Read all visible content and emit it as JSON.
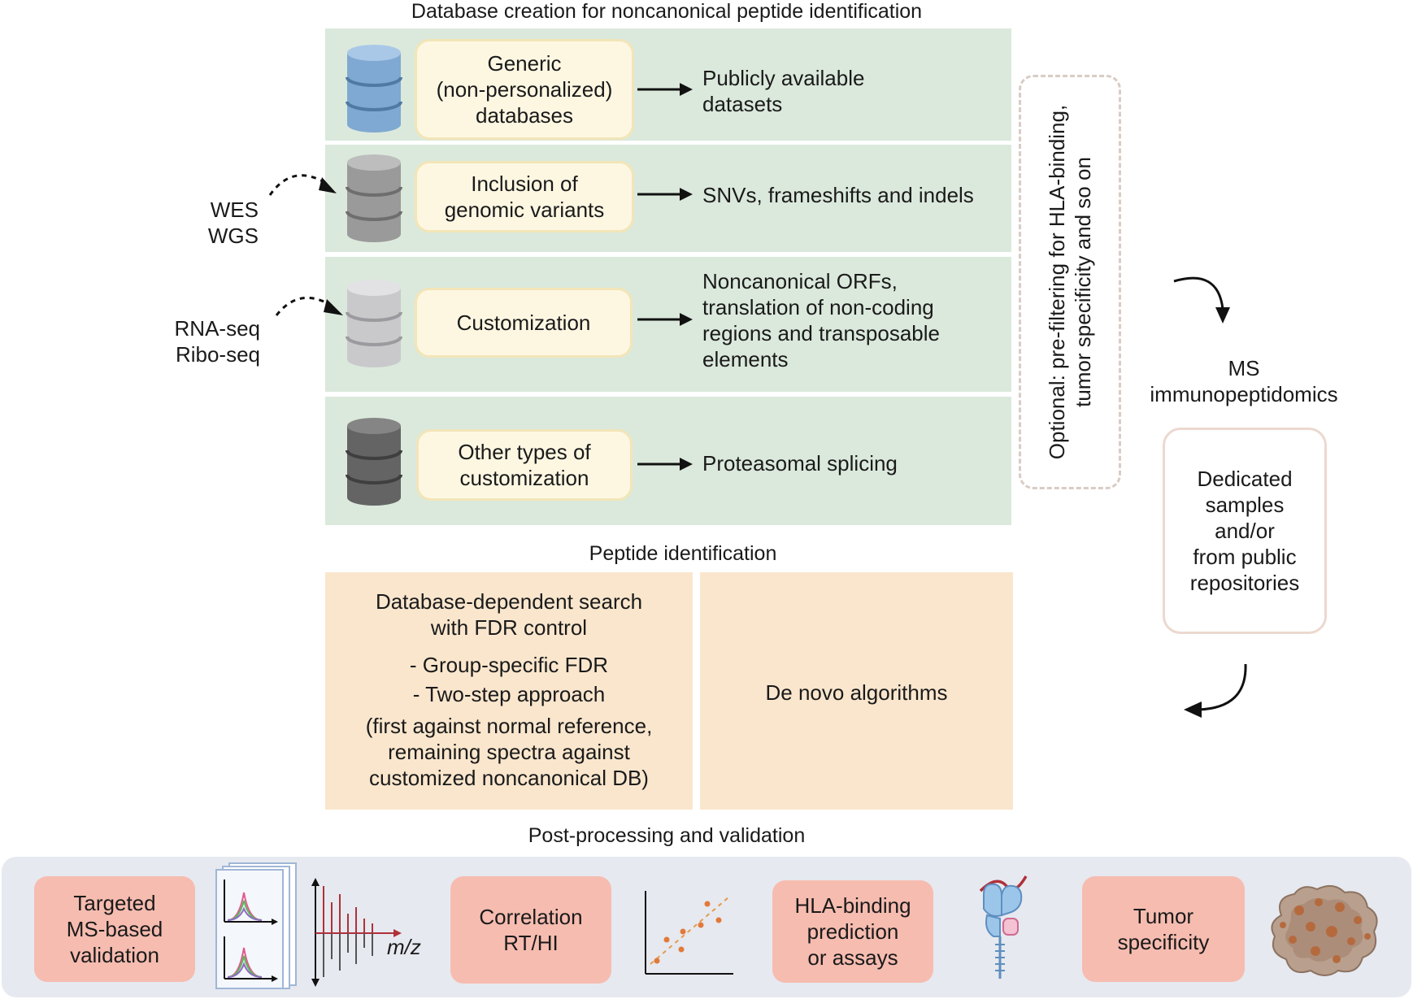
{
  "db_section": {
    "title": "Database creation for noncanonical peptide identification",
    "rows": [
      {
        "box": "Generic\n(non-personalized)\ndatabases",
        "desc": "Publicly available\ndatasets"
      },
      {
        "box": "Inclusion of\ngenomic variants",
        "desc": "SNVs, frameshifts and indels"
      },
      {
        "box": "Customization",
        "desc": "Noncanonical ORFs,\ntranslation of non-coding\nregions and transposable\nelements"
      },
      {
        "box": "Other types of\ncustomization",
        "desc": "Proteasomal splicing"
      }
    ],
    "side_labels": {
      "genomic": "WES\nWGS",
      "transcriptomic": "RNA-seq\nRibo-seq"
    }
  },
  "optional_filter": "Optional: pre-filtering for HLA-binding, tumor specificity and so on",
  "ms": {
    "title": "MS\nimmunopeptidomics",
    "box": "Dedicated\nsamples\nand/or\nfrom public\nrepositories"
  },
  "identification": {
    "title": "Peptide identification",
    "left": {
      "heading": "Database-dependent search\nwith FDR control",
      "bullet1": "- Group-specific FDR",
      "bullet2": "- Two-step approach",
      "note": "(first against normal reference,\nremaining spectra against\ncustomized noncanonical DB)"
    },
    "right": "De novo algorithms"
  },
  "validation": {
    "title": "Post-processing and validation",
    "items": [
      "Targeted\nMS-based\nvalidation",
      "Correlation\nRT/HI",
      "HLA-binding\nprediction\nor assays",
      "Tumor\nspecificity"
    ],
    "mz_label": "m/z"
  },
  "colors": {
    "green_panel": "#dbe9dc",
    "yellow_box": "#fdf7e2",
    "peach_panel": "#f9e6cd",
    "pink_box": "#f6bcb0",
    "strip": "#e6e9ef",
    "db_blue": "#7fa9d2",
    "db_gray": "#9a9a9a",
    "db_light": "#c9c9cc",
    "db_dark": "#646464"
  },
  "icons": [
    "database-icon",
    "chromatogram-icon",
    "mass-spectrum-icon",
    "scatter-plot-icon",
    "hla-molecule-icon",
    "tumor-tissue-icon"
  ]
}
